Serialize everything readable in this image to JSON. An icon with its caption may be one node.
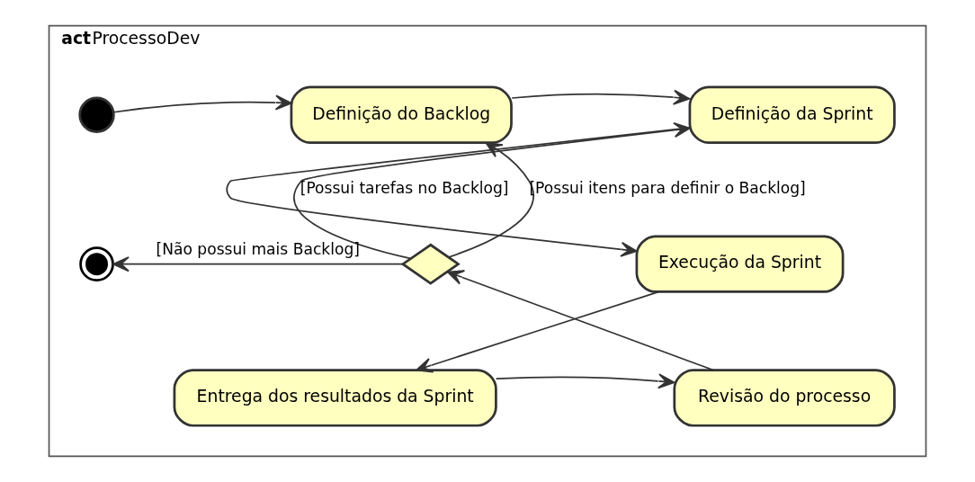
{
  "diagram": {
    "nodes": [
      {
        "text": [
          "act",
          "ProcessoDev"
        ]
      },
      {
        "text": [],
        "shape": "circle",
        "in": 0
      },
      {
        "text": [
          "Definição do Backlog"
        ],
        "in": 0
      },
      {
        "text": [
          "Definição da Sprint"
        ],
        "in": 0
      },
      {
        "text": [],
        "shape": "diamond",
        "in": 0
      },
      {
        "text": [],
        "shape": "circle",
        "in": 0
      },
      {
        "text": [
          "Execução da Sprint"
        ],
        "in": 0
      },
      {
        "text": [
          "Revisão do processo"
        ],
        "in": 0
      },
      {
        "text": [
          "Entrega dos resultados da Sprint"
        ],
        "in": 0
      }
    ],
    "edges": [
      {
        "from": 1,
        "to": 2,
        "arrow": "to"
      },
      {
        "from": 2,
        "to": 3,
        "arrow": "to"
      },
      {
        "from": 4,
        "to": 2,
        "arrow": "to",
        "label": "[Possui itens para definir o Backlog]"
      },
      {
        "from": 4,
        "to": 3,
        "arrow": "to",
        "label": "[Possui tarefas no Backlog]"
      },
      {
        "from": 4,
        "to": 5,
        "arrow": "to",
        "label": "[Não possui mais Backlog]"
      },
      {
        "from": 3,
        "to": 6,
        "arrow": "to"
      },
      {
        "from": 6,
        "to": 8,
        "arrow": "to"
      },
      {
        "from": 8,
        "to": 7,
        "arrow": "to"
      },
      {
        "from": 7,
        "to": 4,
        "arrow": "to"
      }
    ]
  }
}
